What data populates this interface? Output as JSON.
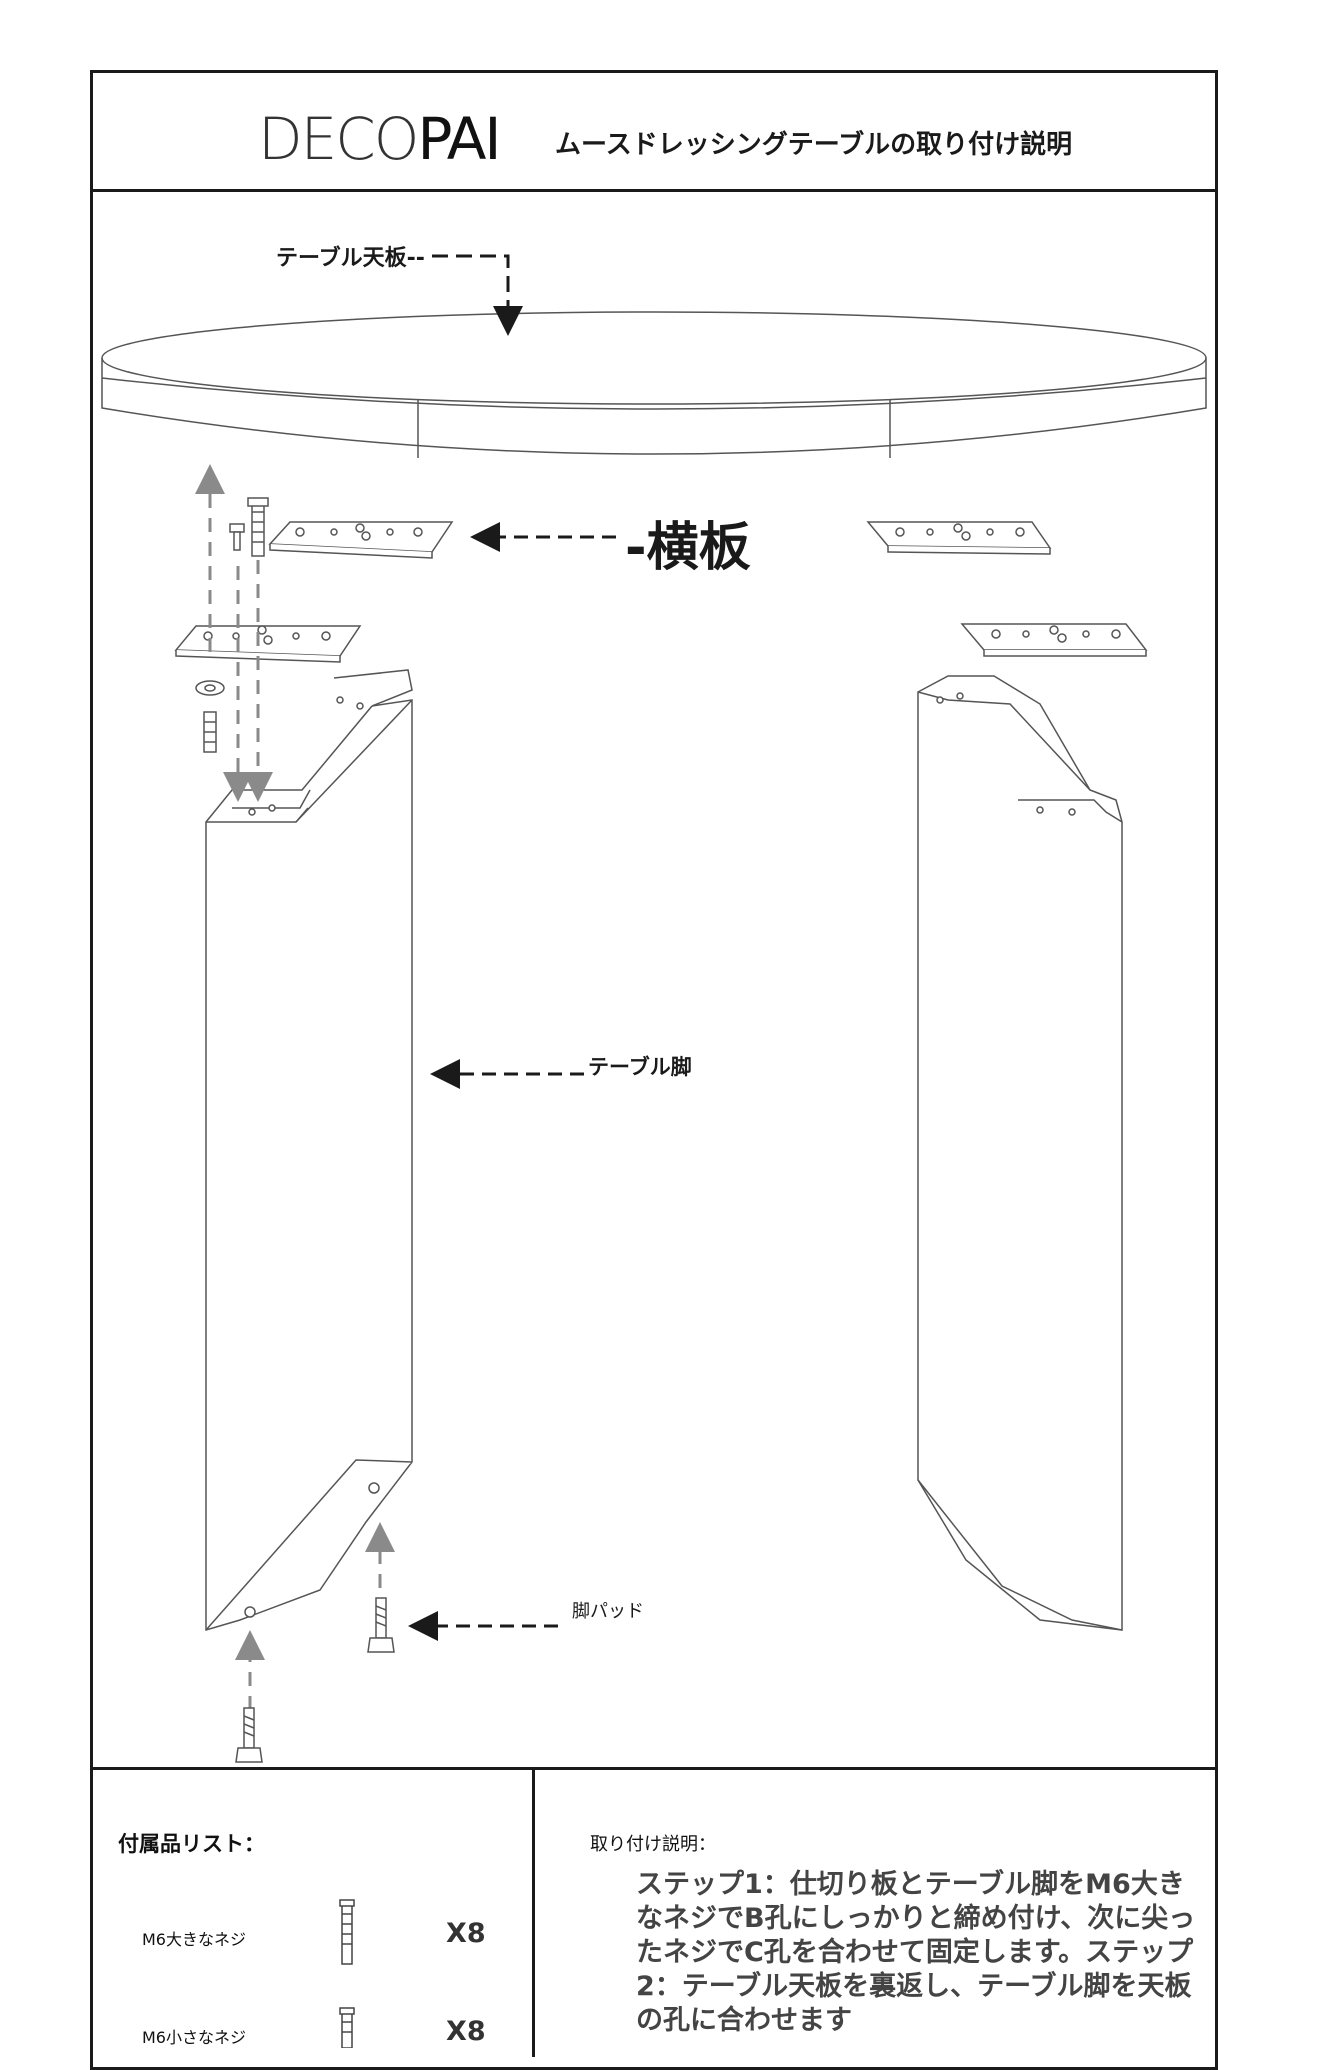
{
  "header": {
    "logo_thin": "DECO",
    "logo_bold": "PAI",
    "title": "ムースドレッシングテーブルの取り付け説明"
  },
  "labels": {
    "table_top": "テーブル天板--",
    "side_rail": "-横板",
    "table_leg": "テーブル脚",
    "leg_pad": "脚パッド"
  },
  "accessories": {
    "title": "付属品リスト：",
    "items": [
      {
        "name": "M6大きなネジ",
        "qty": "X8",
        "icon": "large-screw-icon"
      },
      {
        "name": "M6小さなネジ",
        "qty": "X8",
        "icon": "small-screw-icon"
      }
    ]
  },
  "instructions": {
    "title": "取り付け説明：",
    "body": "ステップ1：仕切り板とテーブル脚をM6大きなネジでB孔にしっかりと締め付け、次に尖ったネジでC孔を合わせて固定します。ステップ2：テーブル天板を裏返し、テーブル脚を天板の孔に合わせます"
  },
  "colors": {
    "line": "#1a1a1a",
    "arrow": "#8a8a8a",
    "drawing": "#555555"
  }
}
